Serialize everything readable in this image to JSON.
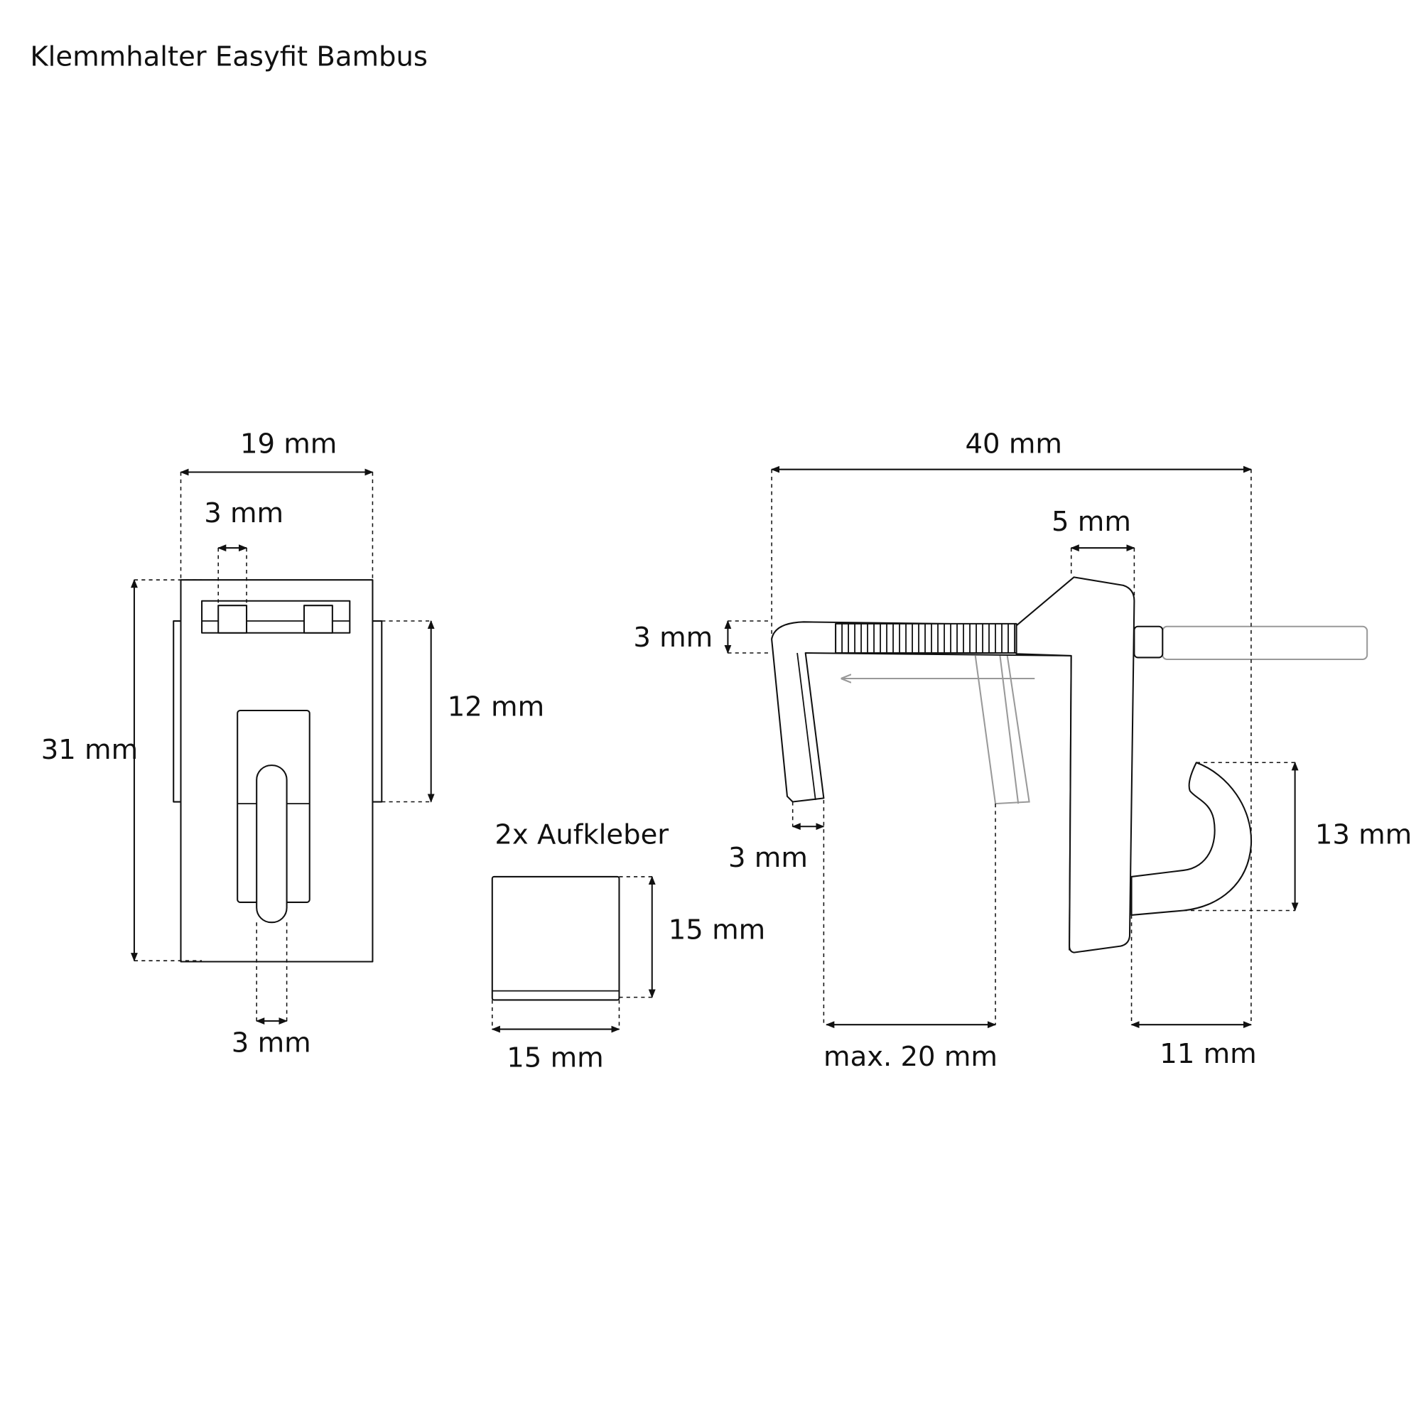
{
  "title": "Klemmhalter Easyfit Bambus",
  "front_view": {
    "width": "19 mm",
    "bracket_width": "3 mm",
    "height": "31 mm",
    "side_height": "12 mm",
    "pin_width": "3 mm"
  },
  "sticker": {
    "label": "2x Aufkleber",
    "height": "15 mm",
    "width": "15 mm"
  },
  "side_view": {
    "length": "40 mm",
    "body_width": "5 mm",
    "arm_thickness": "3 mm",
    "jaw_thickness": "3 mm",
    "clamp_range": "max. 20 mm",
    "hook_height": "13 mm",
    "hook_depth": "11 mm"
  }
}
